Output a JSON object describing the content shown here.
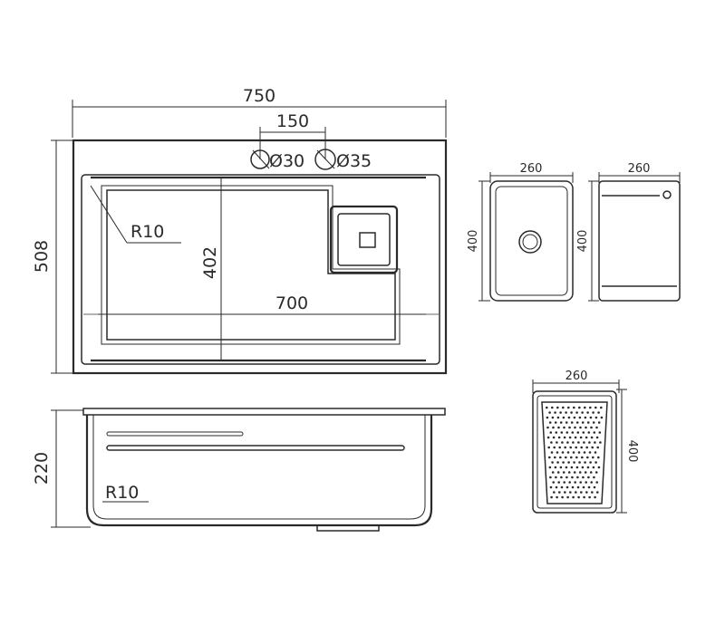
{
  "top_view": {
    "width_label": "750",
    "tap_spacing_label": "150",
    "tap_hole_1_label": "Ø30",
    "tap_hole_2_label": "Ø35",
    "height_label": "508",
    "corner_radius_label": "R10",
    "inner_height_label": "402",
    "inner_width_label": "700"
  },
  "side_view": {
    "depth_label": "220",
    "corner_radius_label": "R10"
  },
  "bowl_view": {
    "width_label": "260",
    "height_label": "400"
  },
  "board_view": {
    "width_label": "260",
    "height_label": "400"
  },
  "colander_view": {
    "width_label": "260",
    "height_label": "400"
  }
}
